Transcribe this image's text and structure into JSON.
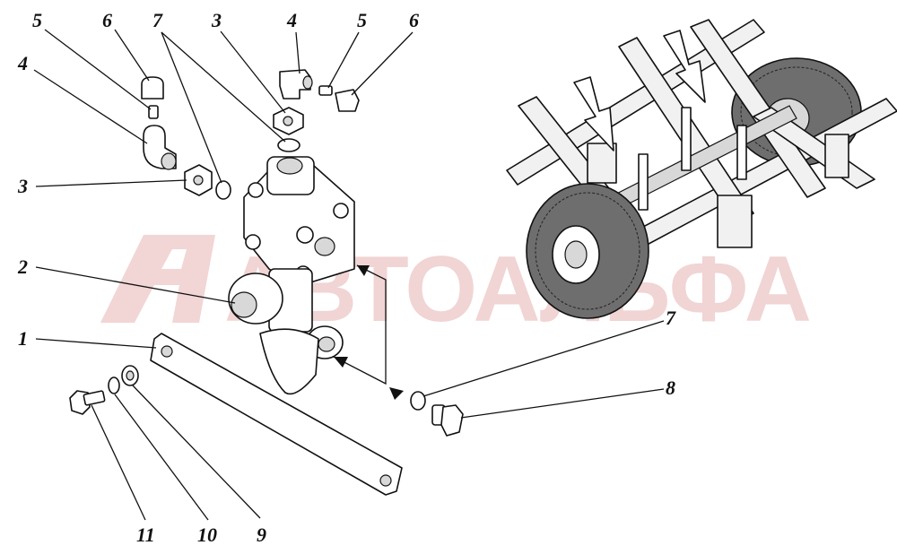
{
  "watermark": {
    "text": "АВТОАЛЬФА",
    "logo_letter": "А",
    "color": "#e7b2b2"
  },
  "callouts": [
    {
      "id": "c5a",
      "label": "5"
    },
    {
      "id": "c6a",
      "label": "6"
    },
    {
      "id": "c7a",
      "label": "7"
    },
    {
      "id": "c3a",
      "label": "3"
    },
    {
      "id": "c4a",
      "label": "4"
    },
    {
      "id": "c5b",
      "label": "5"
    },
    {
      "id": "c6b",
      "label": "6"
    },
    {
      "id": "c4b",
      "label": "4"
    },
    {
      "id": "c3b",
      "label": "3"
    },
    {
      "id": "c2",
      "label": "2"
    },
    {
      "id": "c1",
      "label": "1"
    },
    {
      "id": "c7b",
      "label": "7"
    },
    {
      "id": "c8",
      "label": "8"
    },
    {
      "id": "c11",
      "label": "11"
    },
    {
      "id": "c10",
      "label": "10"
    },
    {
      "id": "c9",
      "label": "9"
    }
  ]
}
